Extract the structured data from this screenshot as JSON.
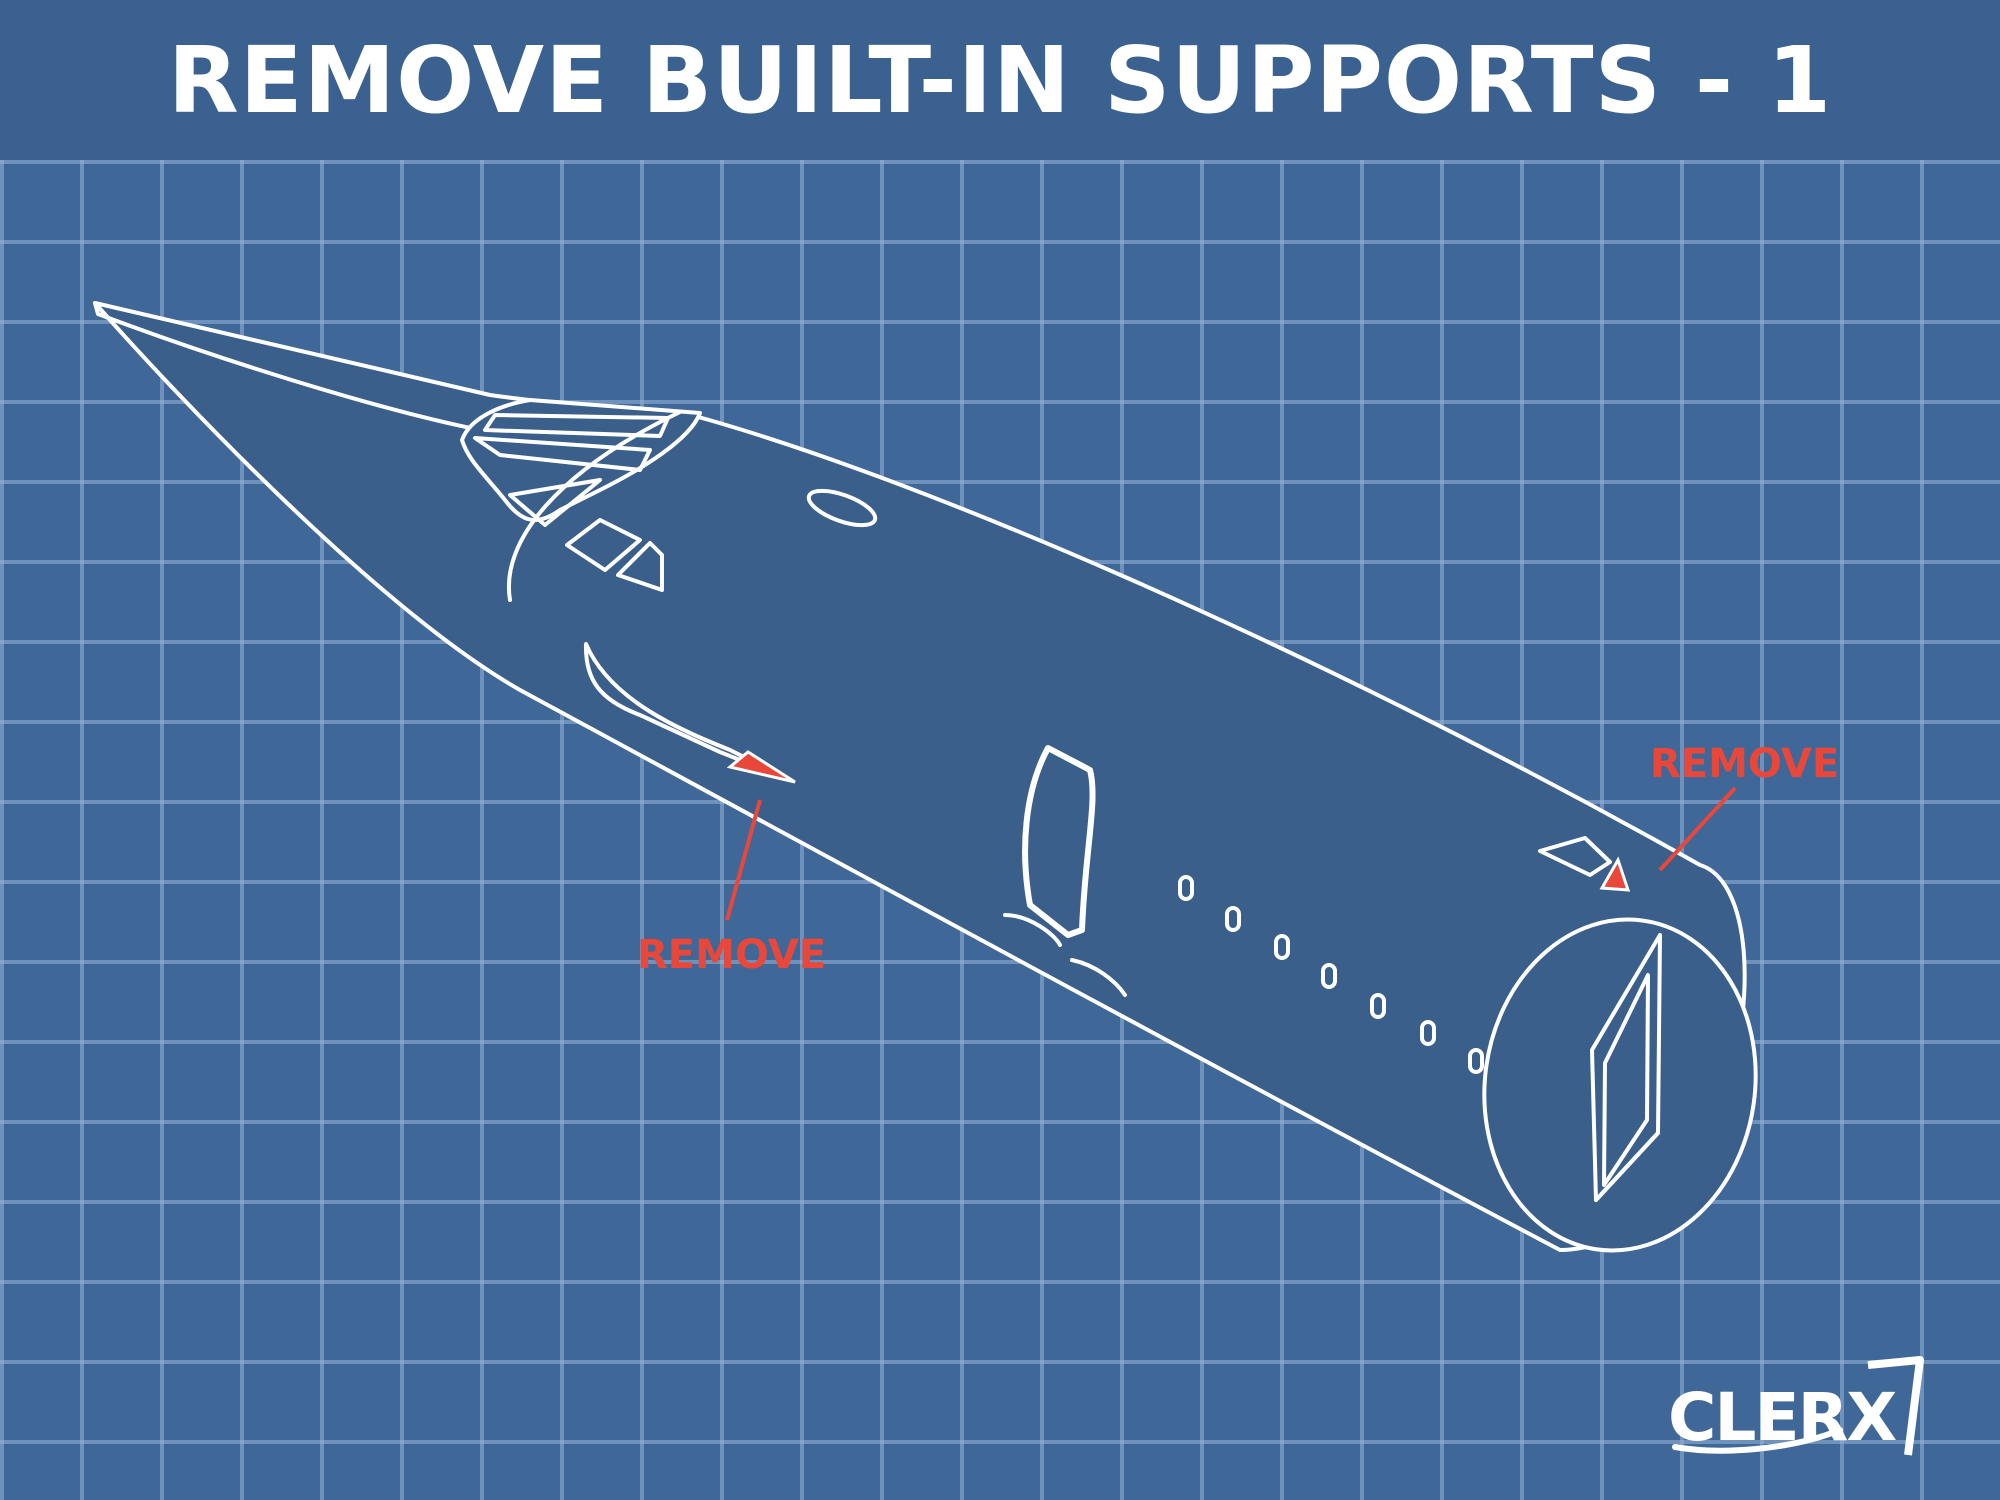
{
  "title": "REMOVE BUILT-IN SUPPORTS - 1",
  "annotations": [
    {
      "label": "REMOVE"
    },
    {
      "label": "REMOVE"
    }
  ],
  "logo": {
    "text": "CLERX"
  },
  "colors": {
    "background": "#3f6899",
    "header": "#3a6190",
    "body_fill": "#3a5f8a",
    "outline": "#ffffff",
    "highlight": "#e8473a"
  }
}
